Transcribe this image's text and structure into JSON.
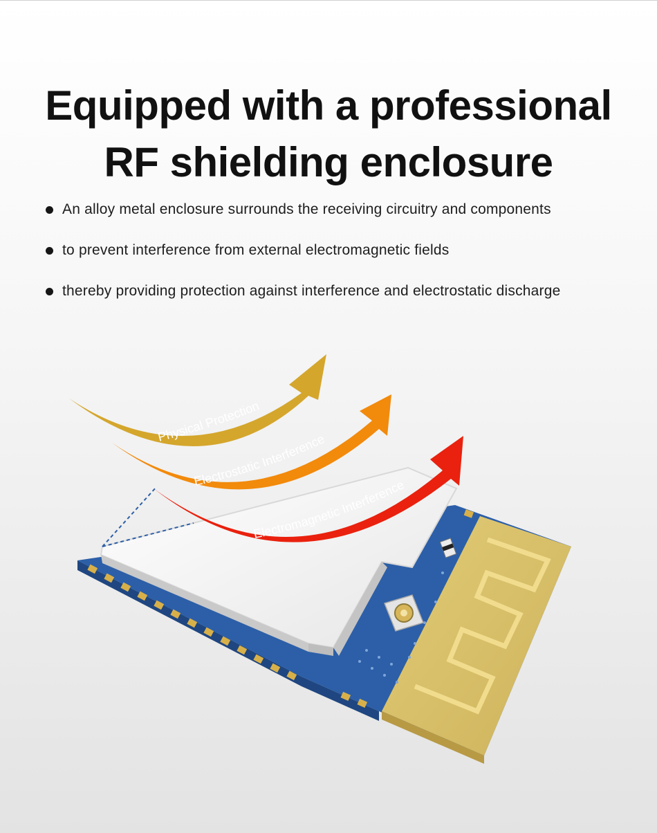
{
  "headline": {
    "line1": "Equipped with a professional",
    "line2": "RF shielding enclosure"
  },
  "bullets": [
    "An alloy metal enclosure surrounds the receiving circuitry and components",
    "to prevent interference from external electromagnetic fields",
    "thereby providing protection against interference and electrostatic discharge"
  ],
  "arrows": [
    {
      "label": "Physical Protection",
      "color": "#d4a62c"
    },
    {
      "label": "Electrostatic Interference",
      "color": "#f28a0c"
    },
    {
      "label": "Electromagnetic Interference",
      "color": "#e9210e"
    }
  ],
  "colors": {
    "pcb": "#2f66b3",
    "shield": "#f2f2f2",
    "antenna_pad": "#d9c26a",
    "gold_pin": "#d8b04a"
  },
  "icons": [
    "bullet-dot-icon",
    "arrow-icon",
    "rf-module-illustration"
  ]
}
